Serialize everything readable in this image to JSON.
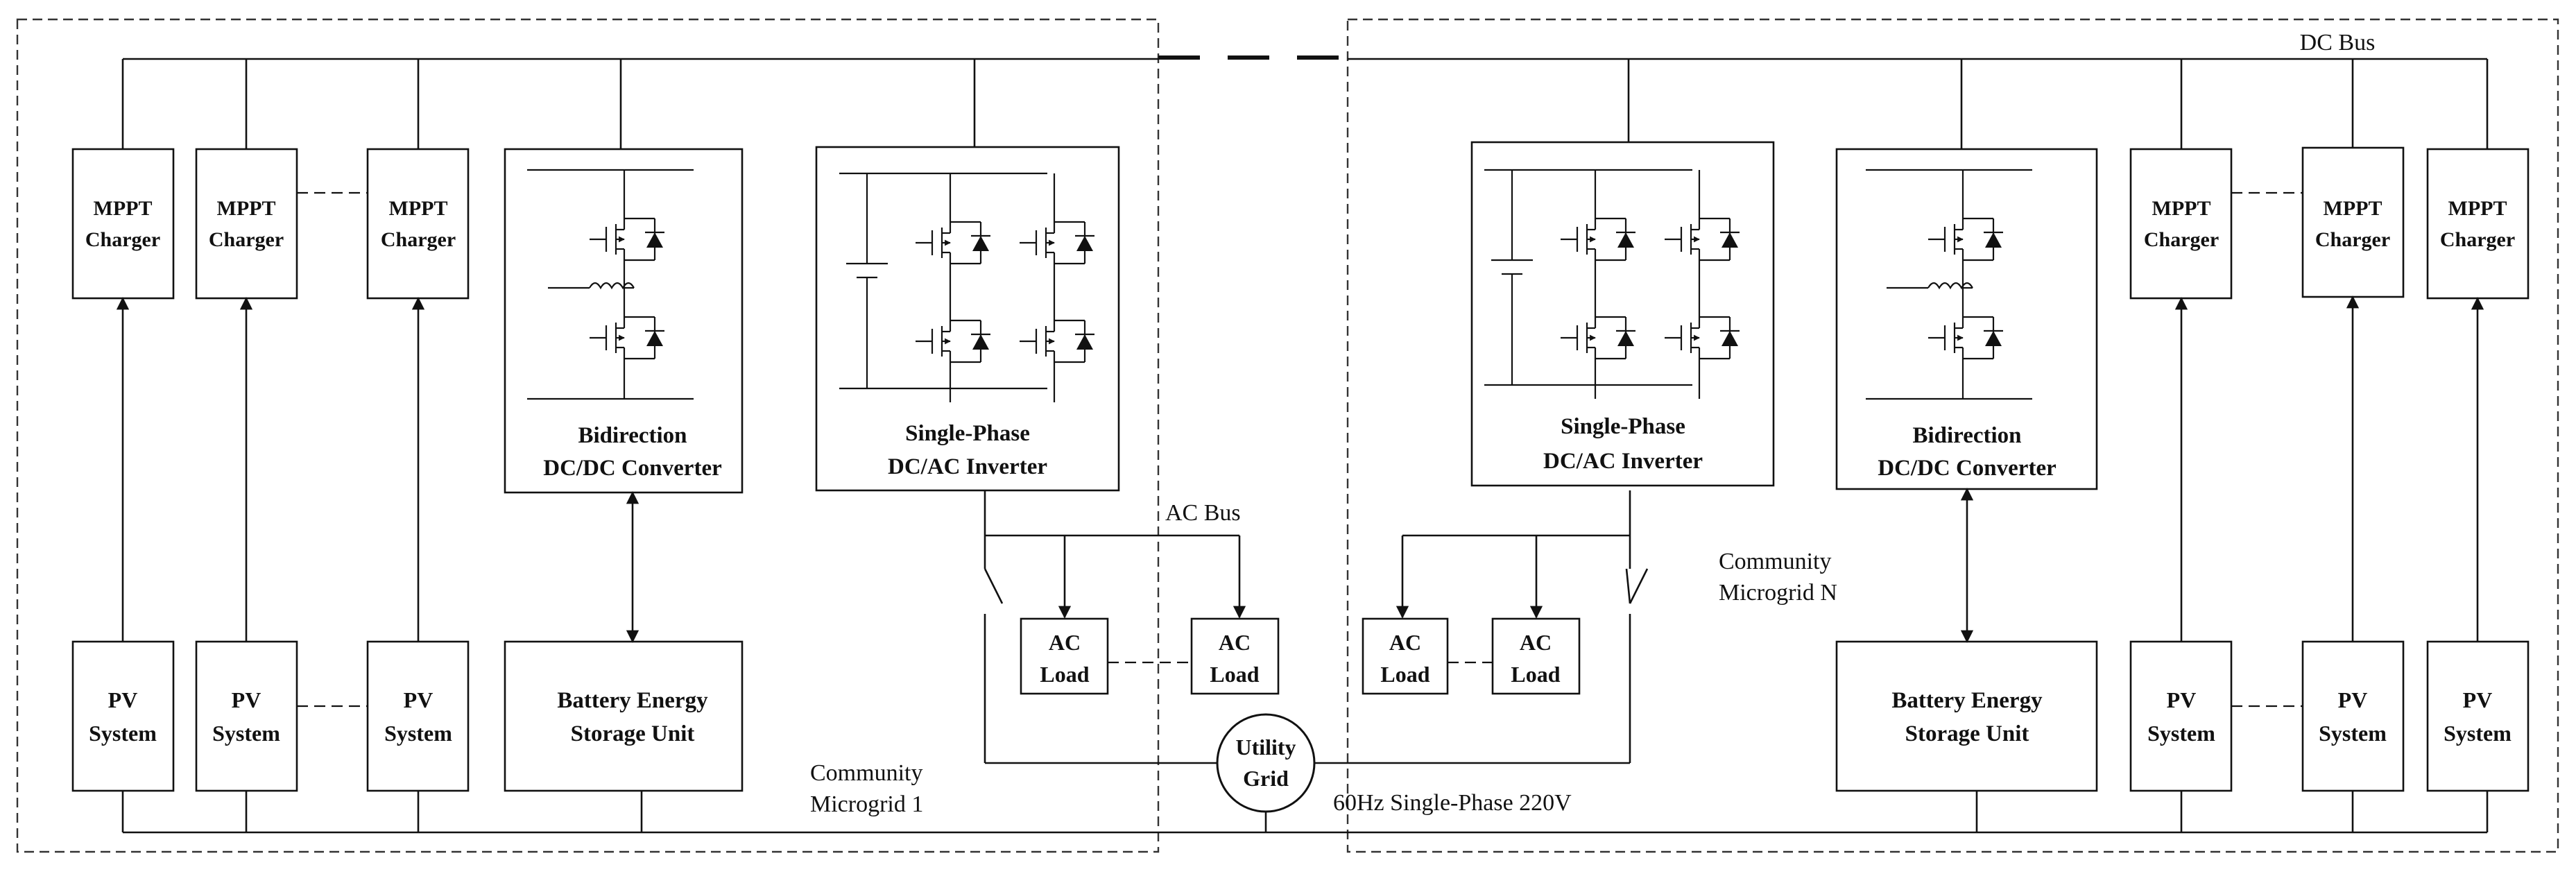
{
  "labels": {
    "dc_bus": "DC Bus",
    "ac_bus": "AC Bus",
    "microgrid_1_line1": "Community",
    "microgrid_1_line2": "Microgrid 1",
    "microgrid_n_line1": "Community",
    "microgrid_n_line2": "Microgrid N",
    "grid_spec": "60Hz Single-Phase 220V"
  },
  "blocks": {
    "mppt_line1": "MPPT",
    "mppt_line2": "Charger",
    "pv_line1": "PV",
    "pv_line2": "System",
    "bess_line1": "Battery Energy",
    "bess_line2": "Storage Unit",
    "converter_line1": "Bidirection",
    "converter_line2": "DC/DC Converter",
    "inverter_line1": "Single-Phase",
    "inverter_line2": "DC/AC Inverter",
    "load_line1": "AC",
    "load_line2": "Load",
    "grid_line1": "Utility",
    "grid_line2": "Grid"
  }
}
